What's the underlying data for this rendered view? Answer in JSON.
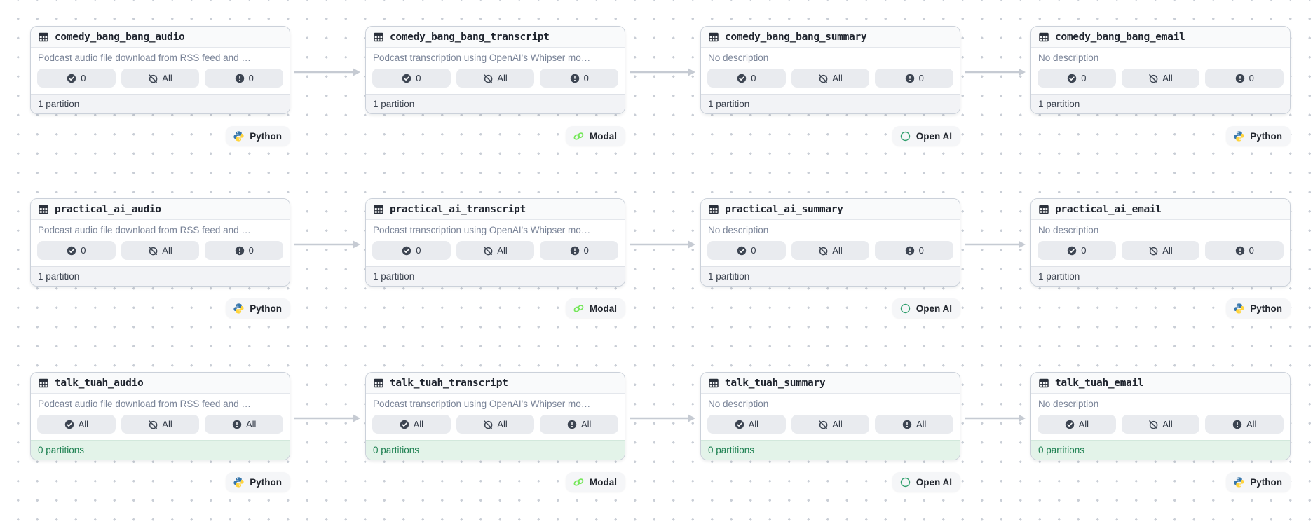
{
  "colors": {
    "canvas_dot": "#C9CED6",
    "card_border": "#CBD1DA",
    "pill_bg": "#E9EBEF",
    "status_icon_dark": "#3D4552",
    "footer_green_bg": "#E3F3E9",
    "footer_green_text": "#1C8050",
    "arrow_gray": "#C6CBD3",
    "python_blue": "#3776AB",
    "python_yellow": "#FFD43B",
    "modal_green": "#76E75B",
    "openai_green": "#2E9E6B"
  },
  "cards": [
    {
      "name": "comedy_bang_bang_audio",
      "row": 0,
      "col": 0,
      "description": "Podcast audio file download from RSS feed and …",
      "stats": [
        {
          "icon": "check-circle-icon",
          "value": "0"
        },
        {
          "icon": "slash-circle-icon",
          "value": "All"
        },
        {
          "icon": "alert-circle-icon",
          "value": "0"
        }
      ],
      "partitions": "1 partition",
      "partitions_state": "default",
      "tag": {
        "label": "Python",
        "icon": "python-icon"
      }
    },
    {
      "name": "comedy_bang_bang_transcript",
      "row": 0,
      "col": 1,
      "description": "Podcast transcription using OpenAI's Whipser mo…",
      "stats": [
        {
          "icon": "check-circle-icon",
          "value": "0"
        },
        {
          "icon": "slash-circle-icon",
          "value": "All"
        },
        {
          "icon": "alert-circle-icon",
          "value": "0"
        }
      ],
      "partitions": "1 partition",
      "partitions_state": "default",
      "tag": {
        "label": "Modal",
        "icon": "modal-icon"
      }
    },
    {
      "name": "comedy_bang_bang_summary",
      "row": 0,
      "col": 2,
      "description": "No description",
      "stats": [
        {
          "icon": "check-circle-icon",
          "value": "0"
        },
        {
          "icon": "slash-circle-icon",
          "value": "All"
        },
        {
          "icon": "alert-circle-icon",
          "value": "0"
        }
      ],
      "partitions": "1 partition",
      "partitions_state": "default",
      "tag": {
        "label": "Open AI",
        "icon": "openai-icon"
      }
    },
    {
      "name": "comedy_bang_bang_email",
      "row": 0,
      "col": 3,
      "description": "No description",
      "stats": [
        {
          "icon": "check-circle-icon",
          "value": "0"
        },
        {
          "icon": "slash-circle-icon",
          "value": "All"
        },
        {
          "icon": "alert-circle-icon",
          "value": "0"
        }
      ],
      "partitions": "1 partition",
      "partitions_state": "default",
      "tag": {
        "label": "Python",
        "icon": "python-icon"
      }
    },
    {
      "name": "practical_ai_audio",
      "row": 1,
      "col": 0,
      "description": "Podcast audio file download from RSS feed and …",
      "stats": [
        {
          "icon": "check-circle-icon",
          "value": "0"
        },
        {
          "icon": "slash-circle-icon",
          "value": "All"
        },
        {
          "icon": "alert-circle-icon",
          "value": "0"
        }
      ],
      "partitions": "1 partition",
      "partitions_state": "default",
      "tag": {
        "label": "Python",
        "icon": "python-icon"
      }
    },
    {
      "name": "practical_ai_transcript",
      "row": 1,
      "col": 1,
      "description": "Podcast transcription using OpenAI's Whipser mo…",
      "stats": [
        {
          "icon": "check-circle-icon",
          "value": "0"
        },
        {
          "icon": "slash-circle-icon",
          "value": "All"
        },
        {
          "icon": "alert-circle-icon",
          "value": "0"
        }
      ],
      "partitions": "1 partition",
      "partitions_state": "default",
      "tag": {
        "label": "Modal",
        "icon": "modal-icon"
      }
    },
    {
      "name": "practical_ai_summary",
      "row": 1,
      "col": 2,
      "description": "No description",
      "stats": [
        {
          "icon": "check-circle-icon",
          "value": "0"
        },
        {
          "icon": "slash-circle-icon",
          "value": "All"
        },
        {
          "icon": "alert-circle-icon",
          "value": "0"
        }
      ],
      "partitions": "1 partition",
      "partitions_state": "default",
      "tag": {
        "label": "Open AI",
        "icon": "openai-icon"
      }
    },
    {
      "name": "practical_ai_email",
      "row": 1,
      "col": 3,
      "description": "No description",
      "stats": [
        {
          "icon": "check-circle-icon",
          "value": "0"
        },
        {
          "icon": "slash-circle-icon",
          "value": "All"
        },
        {
          "icon": "alert-circle-icon",
          "value": "0"
        }
      ],
      "partitions": "1 partition",
      "partitions_state": "default",
      "tag": {
        "label": "Python",
        "icon": "python-icon"
      }
    },
    {
      "name": "talk_tuah_audio",
      "row": 2,
      "col": 0,
      "description": "Podcast audio file download from RSS feed and …",
      "stats": [
        {
          "icon": "check-circle-icon",
          "value": "All"
        },
        {
          "icon": "slash-circle-icon",
          "value": "All"
        },
        {
          "icon": "alert-circle-icon",
          "value": "All"
        }
      ],
      "partitions": "0 partitions",
      "partitions_state": "zero",
      "tag": {
        "label": "Python",
        "icon": "python-icon"
      }
    },
    {
      "name": "talk_tuah_transcript",
      "row": 2,
      "col": 1,
      "description": "Podcast transcription using OpenAI's Whipser mo…",
      "stats": [
        {
          "icon": "check-circle-icon",
          "value": "All"
        },
        {
          "icon": "slash-circle-icon",
          "value": "All"
        },
        {
          "icon": "alert-circle-icon",
          "value": "All"
        }
      ],
      "partitions": "0 partitions",
      "partitions_state": "zero",
      "tag": {
        "label": "Modal",
        "icon": "modal-icon"
      }
    },
    {
      "name": "talk_tuah_summary",
      "row": 2,
      "col": 2,
      "description": "No description",
      "stats": [
        {
          "icon": "check-circle-icon",
          "value": "All"
        },
        {
          "icon": "slash-circle-icon",
          "value": "All"
        },
        {
          "icon": "alert-circle-icon",
          "value": "All"
        }
      ],
      "partitions": "0 partitions",
      "partitions_state": "zero",
      "tag": {
        "label": "Open AI",
        "icon": "openai-icon"
      }
    },
    {
      "name": "talk_tuah_email",
      "row": 2,
      "col": 3,
      "description": "No description",
      "stats": [
        {
          "icon": "check-circle-icon",
          "value": "All"
        },
        {
          "icon": "slash-circle-icon",
          "value": "All"
        },
        {
          "icon": "alert-circle-icon",
          "value": "All"
        }
      ],
      "partitions": "0 partitions",
      "partitions_state": "zero",
      "tag": {
        "label": "Python",
        "icon": "python-icon"
      }
    }
  ],
  "edges": [
    {
      "from": "comedy_bang_bang_audio",
      "to": "comedy_bang_bang_transcript"
    },
    {
      "from": "comedy_bang_bang_transcript",
      "to": "comedy_bang_bang_summary"
    },
    {
      "from": "comedy_bang_bang_summary",
      "to": "comedy_bang_bang_email"
    },
    {
      "from": "practical_ai_audio",
      "to": "practical_ai_transcript"
    },
    {
      "from": "practical_ai_transcript",
      "to": "practical_ai_summary"
    },
    {
      "from": "practical_ai_summary",
      "to": "practical_ai_email"
    },
    {
      "from": "talk_tuah_audio",
      "to": "talk_tuah_transcript"
    },
    {
      "from": "talk_tuah_transcript",
      "to": "talk_tuah_summary"
    },
    {
      "from": "talk_tuah_summary",
      "to": "talk_tuah_email"
    }
  ]
}
